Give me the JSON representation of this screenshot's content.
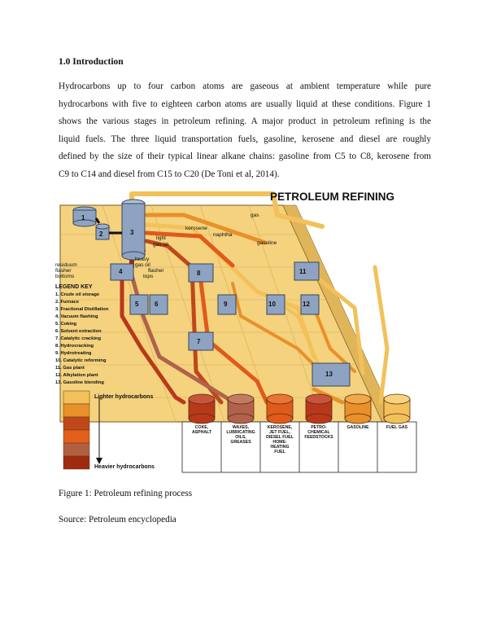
{
  "heading": "1.0 Introduction",
  "paragraph_lines": [
    "Hydrocarbons up to four carbon atoms are gaseous at ambient temperature while pure",
    "hydrocarbons with five to eighteen carbon atoms are usually liquid at these conditions. Figure 1",
    "shows the various stages in petroleum refining. A major product in petroleum refining is the",
    "liquid fuels. The three liquid transportation fuels, gasoline, kerosene and diesel are roughly",
    "defined by the size of their typical linear alkane chains: gasoline from C5 to C8, kerosene from",
    "C9 to C14 and diesel from C15 to C20 (De Toni et al, 2014)."
  ],
  "figure": {
    "title": "PETROLEUM REFINING",
    "stream_labels": {
      "gas": "gas",
      "kerosene": "kerosene",
      "naphtha": "naphtha",
      "gasoline": "gasoline",
      "light_gas_oil": [
        "light",
        "gas oil"
      ],
      "heavy_gas_oil": [
        "heavy",
        "gas oil"
      ],
      "flasher_tops": [
        "flasher",
        "tops"
      ],
      "residuum": "residuum",
      "flasher_bottoms": [
        "flasher",
        "bottoms"
      ]
    },
    "unit_numbers": [
      "1",
      "2",
      "3",
      "4",
      "5",
      "6",
      "7",
      "8",
      "9",
      "10",
      "11",
      "12",
      "13"
    ],
    "legend_title": "LEGEND KEY",
    "legend_items": [
      "1. Crude oil storage",
      "2. Furnace",
      "3. Fractional Distillation",
      "4. Vacuum flashing",
      "5. Coking",
      "6. Solvent extraction",
      "7. Catalytic cracking",
      "8. Hydrocracking",
      "9. Hydrotreating",
      "10. Catalytic reforming",
      "11. Gas plant",
      "12. Alkylation plant",
      "13. Gasoline blending"
    ],
    "scale_top_label": "Lighter hydrocarbons",
    "scale_bottom_label": "Heavier hydrocarbons",
    "scale_colors": [
      "#f2c15a",
      "#e8902a",
      "#c0471c",
      "#e2601a",
      "#b06040",
      "#a02a10"
    ],
    "products": [
      {
        "lines": [
          "COKE,",
          "ASPHALT"
        ],
        "color": "#b8391a"
      },
      {
        "lines": [
          "WAXES,",
          "LUBRICATING",
          "OILS,",
          "GREASES"
        ],
        "color": "#b0624a"
      },
      {
        "lines": [
          "KEROSENE,",
          "JET FUEL,",
          "DIESEL FUEL",
          "HOME-",
          "HEATING",
          "FUEL"
        ],
        "color": "#e05a1a"
      },
      {
        "lines": [
          "PETRO-",
          "CHEMICAL",
          "FEEDSTOCKS"
        ],
        "color": "#b8391a"
      },
      {
        "lines": [
          "GASOLINE"
        ],
        "color": "#e8902a"
      },
      {
        "lines": [
          "FUEL GAS"
        ],
        "color": "#f2c15a"
      }
    ]
  },
  "caption": "Figure 1: Petroleum refining process",
  "source": "Source: Petroleum encyclopedia"
}
